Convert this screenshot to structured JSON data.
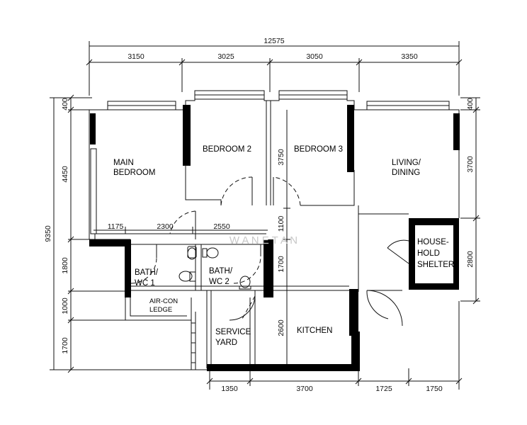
{
  "dimensions": {
    "top_total": "12575",
    "top": [
      "3150",
      "3025",
      "3050",
      "3350"
    ],
    "left_total": "9350",
    "left": [
      "400",
      "4450",
      "1800",
      "1000",
      "1700"
    ],
    "right": [
      "400",
      "3700",
      "2800"
    ],
    "bottom": [
      "1350",
      "3700",
      "1725",
      "1750"
    ],
    "internal": [
      "1175",
      "2300",
      "2550",
      "3750",
      "1100",
      "1700",
      "2600"
    ]
  },
  "rooms": {
    "main_bedroom": [
      "MAIN",
      "BEDROOM"
    ],
    "bedroom2": "BEDROOM 2",
    "bedroom3": "BEDROOM 3",
    "living": [
      "LIVING/",
      "DINING"
    ],
    "shelter": [
      "HOUSE-",
      "HOLD",
      "SHELTER"
    ],
    "bath1": [
      "BATH/",
      "WC 1"
    ],
    "bath2": [
      "BATH/",
      "WC 2"
    ],
    "aircon": [
      "AIR-CON",
      "LEDGE"
    ],
    "service": [
      "SERVICE",
      "YARD"
    ],
    "kitchen": "KITCHEN"
  },
  "watermark": "W A N E T A N"
}
